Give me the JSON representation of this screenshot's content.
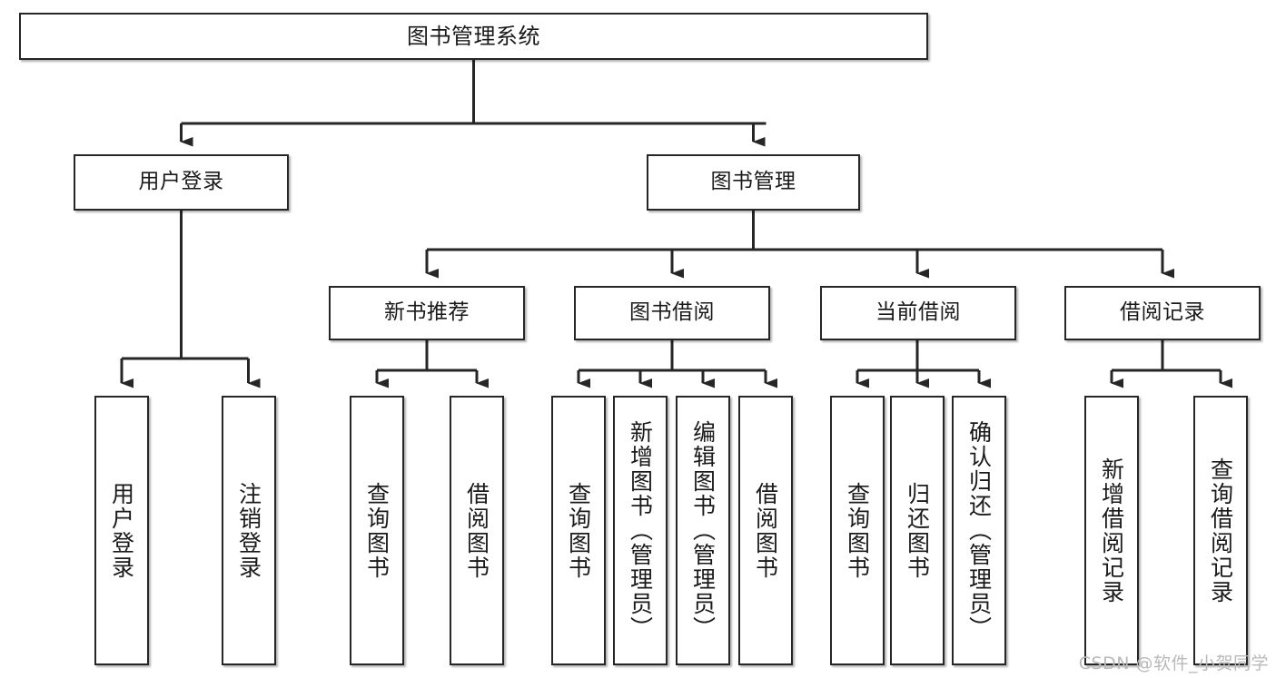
{
  "diagram": {
    "title": "图书管理系统",
    "type": "功能结构图",
    "watermark": "CSDN @软件_小贺同学",
    "colors": {
      "node_border": "#262626",
      "node_fill": "#ffffff",
      "connector": "#262626",
      "text": "#1a1a1a",
      "watermark": "#b9b9b9"
    },
    "nodes": {
      "root": {
        "label": "图书管理系统"
      },
      "level2": [
        {
          "label": "用户登录"
        },
        {
          "label": "图书管理"
        }
      ],
      "level3": [
        {
          "label": "新书推荐"
        },
        {
          "label": "图书借阅"
        },
        {
          "label": "当前借阅"
        },
        {
          "label": "借阅记录"
        }
      ],
      "leaves": {
        "user_login": [
          {
            "label": "用户登录"
          },
          {
            "label": "注销登录"
          }
        ],
        "new_book_recommend": [
          {
            "label": "查询图书"
          },
          {
            "label": "借阅图书"
          }
        ],
        "book_borrow": [
          {
            "label": "查询图书"
          },
          {
            "label": "新增图书（管理员）"
          },
          {
            "label": "编辑图书（管理员）"
          },
          {
            "label": "借阅图书"
          }
        ],
        "current_borrow": [
          {
            "label": "查询图书"
          },
          {
            "label": "归还图书"
          },
          {
            "label": "确认归还（管理员）"
          }
        ],
        "borrow_record": [
          {
            "label": "新增借阅记录"
          },
          {
            "label": "查询借阅记录"
          }
        ]
      }
    }
  }
}
